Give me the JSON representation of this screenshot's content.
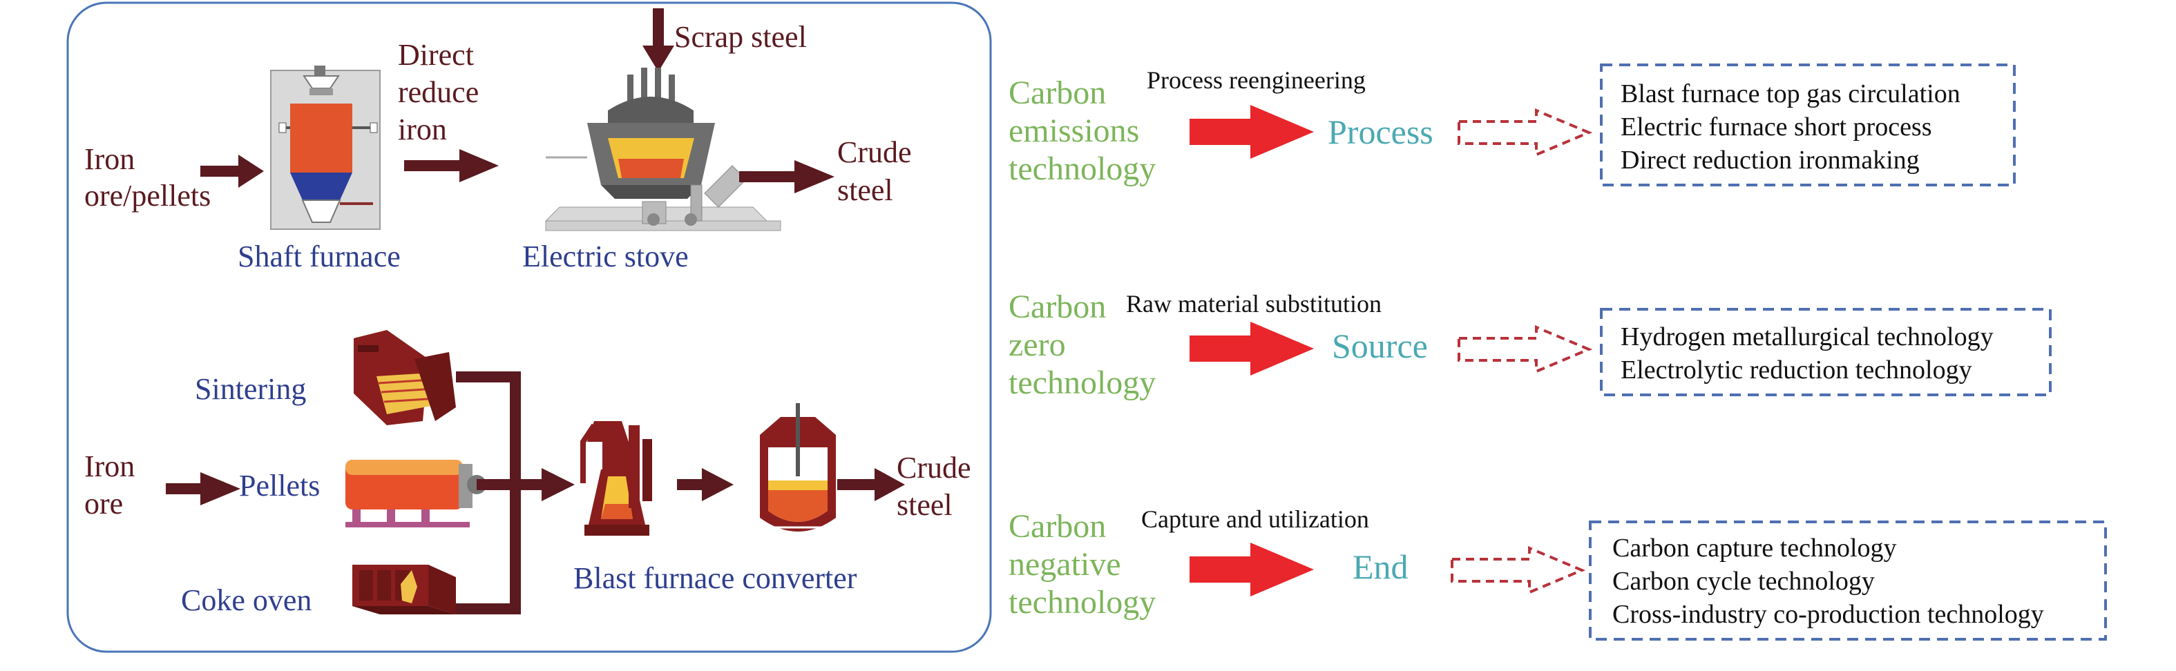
{
  "colors": {
    "panel_border": "#4a76b8",
    "arrow_dark": "#5a1a1f",
    "arrow_red": "#e8262b",
    "dashed_arrow": "#b8323a",
    "category_green": "#7cb55a",
    "teal": "#4aa9b2",
    "navy": "#2f3f8f",
    "black": "#111111",
    "box_border": "#4f6fb0"
  },
  "left_panel": {
    "top": {
      "input_label_line1": "Iron",
      "input_label_line2": "ore/pellets",
      "shaft_furnace_label": "Shaft furnace",
      "dri_line1": "Direct",
      "dri_line2": "reduce",
      "dri_line3": "iron",
      "scrap_label": "Scrap steel",
      "electric_stove_label": "Electric stove",
      "output_line1": "Crude",
      "output_line2": "steel"
    },
    "bottom": {
      "sintering_label": "Sintering",
      "iron_ore_line1": "Iron",
      "iron_ore_line2": "ore",
      "pellets_label": "Pellets",
      "coke_oven_label": "Coke oven",
      "blast_furnace_label": "Blast furnace converter",
      "output_line1": "Crude",
      "output_line2": "steel"
    }
  },
  "rows": [
    {
      "category_lines": [
        "Carbon",
        "emissions",
        "technology"
      ],
      "action": "Process reengineering",
      "stage": "Process",
      "technologies": [
        "Blast furnace top gas circulation",
        "Electric furnace short process",
        "Direct reduction ironmaking"
      ]
    },
    {
      "category_lines": [
        "Carbon",
        "zero",
        "technology"
      ],
      "action": "Raw material substitution",
      "stage": "Source",
      "technologies": [
        "Hydrogen metallurgical technology",
        "Electrolytic reduction technology"
      ]
    },
    {
      "category_lines": [
        "Carbon",
        "negative",
        "technology"
      ],
      "action": "Capture and utilization",
      "stage": "End",
      "technologies": [
        "Carbon capture technology",
        "Carbon cycle technology",
        "Cross-industry co-production technology"
      ]
    }
  ]
}
